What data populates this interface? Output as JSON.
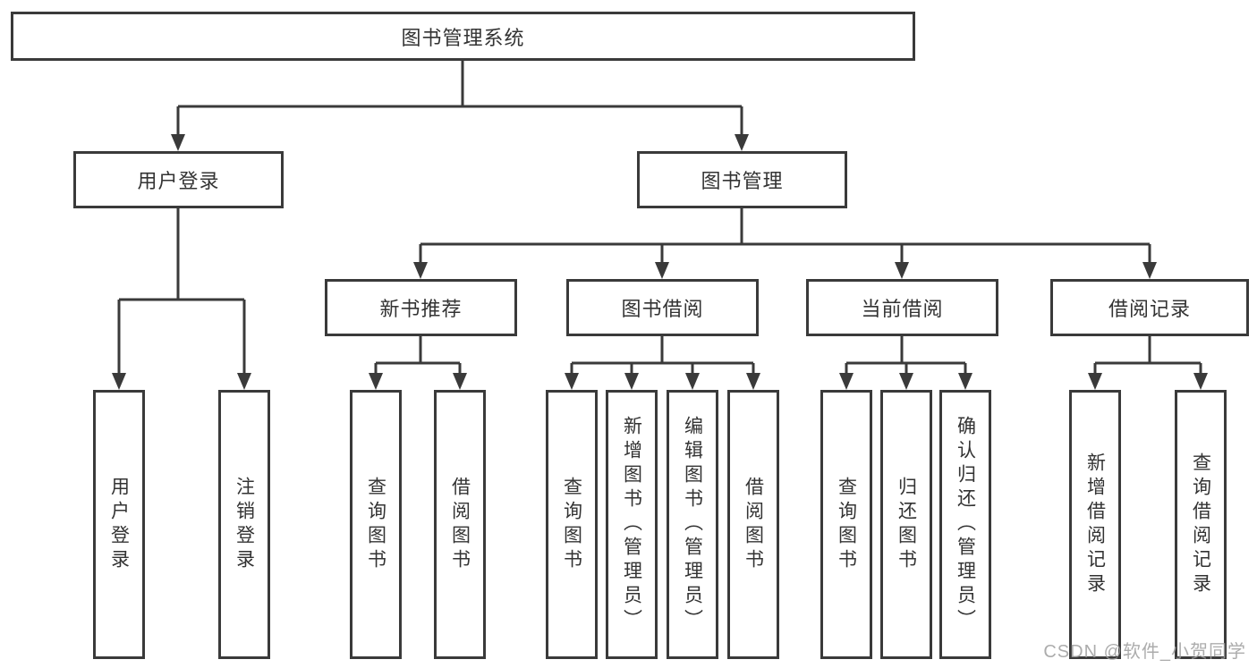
{
  "diagram": {
    "root": {
      "label": "图书管理系统"
    },
    "level2": [
      {
        "label": "用户登录"
      },
      {
        "label": "图书管理"
      }
    ],
    "level3": [
      {
        "label": "新书推荐"
      },
      {
        "label": "图书借阅"
      },
      {
        "label": "当前借阅"
      },
      {
        "label": "借阅记录"
      }
    ],
    "leaves": {
      "login": [
        "用户登录",
        "注销登录"
      ],
      "new_books": [
        "查询图书",
        "借阅图书"
      ],
      "book_borrow": [
        "查询图书",
        "新增图书（管理员）",
        "编辑图书（管理员）",
        "借阅图书"
      ],
      "current_borrow": [
        "查询图书",
        "归还图书",
        "确认归还（管理员）"
      ],
      "borrow_records": [
        "新增借阅记录",
        "查询借阅记录"
      ]
    },
    "line_color": "#3a3a3a"
  },
  "watermark": {
    "text": "CSDN @软件_小贺同学"
  }
}
